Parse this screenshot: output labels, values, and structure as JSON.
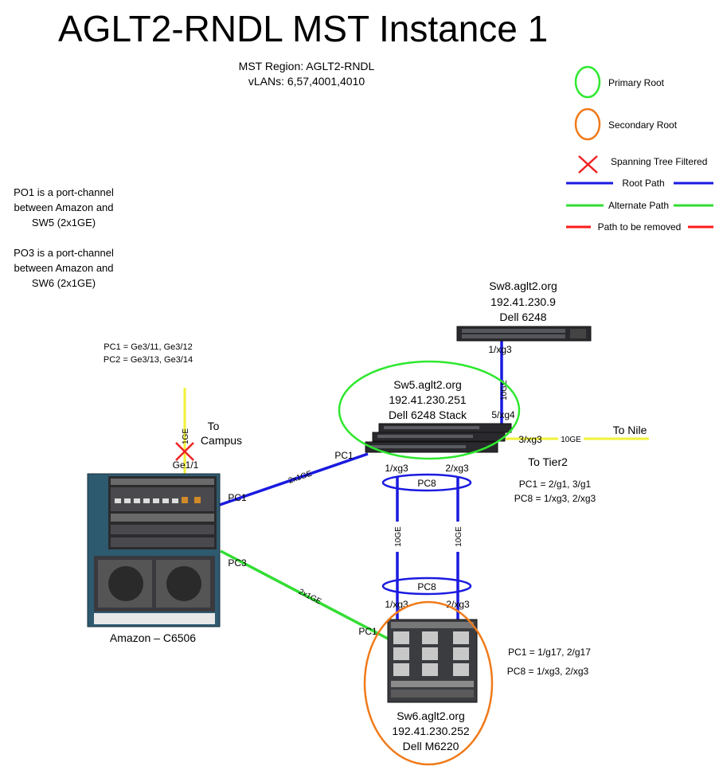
{
  "title": "AGLT2-RNDL MST Instance 1",
  "region": {
    "line1": "MST Region: AGLT2-RNDL",
    "line2": "vLANs: 6,57,4001,4010"
  },
  "legend": {
    "primary_root": "Primary Root",
    "secondary_root": "Secondary Root",
    "filtered": "Spanning Tree Filtered",
    "root_path": "Root Path",
    "alternate_path": "Alternate Path",
    "path_removed": "Path to be removed",
    "colors": {
      "primary": "#2ee82e",
      "secondary": "#f07a1a",
      "filtered": "#ee2222",
      "root": "#1a1ae0",
      "alternate": "#33dd33",
      "removed": "#ff1a1a",
      "campus": "#f2f23a"
    }
  },
  "notes": {
    "po1_l1": "PO1 is a port-channel",
    "po1_l2": "between Amazon and",
    "po1_l3": "SW5 (2x1GE)",
    "po3_l1": "PO3 is a port-channel",
    "po3_l2": "between Amazon and",
    "po3_l3": "SW6 (2x1GE)"
  },
  "amazon": {
    "pc1": "PC1 = Ge3/11, Ge3/12",
    "pc2": "PC2 = Ge3/13, Ge3/14",
    "name": "Amazon – C6506",
    "port": "Ge1/1",
    "uplink_speed": "1GE",
    "to": "To",
    "campus": "Campus",
    "pc1_label": "PC1",
    "pc3_label": "PC3"
  },
  "sw8": {
    "name": "Sw8.aglt2.org",
    "ip": "192.41.230.9",
    "model": "Dell 6248",
    "port": "1/xg3",
    "link_speed": "10GE"
  },
  "sw5": {
    "name": "Sw5.aglt2.org",
    "ip": "192.41.230.251",
    "model": "Dell 6248 Stack",
    "port_up": "5/xg4",
    "port_nile": "3/xg3",
    "nile_speed": "10GE",
    "to_nile": "To Nile",
    "to_tier2": "To Tier2",
    "pc1_label": "PC1",
    "port_a": "1/xg3",
    "port_b": "2/xg3",
    "pc8_label": "PC8",
    "note_pc1": "PC1 = 2/g1, 3/g1",
    "note_pc8": "PC8 = 1/xg3, 2/xg3"
  },
  "links": {
    "amazon_sw5": "2x1GE",
    "amazon_sw6": "2x1GE",
    "pc8_a": "10GE",
    "pc8_b": "10GE"
  },
  "sw6": {
    "name": "Sw6.aglt2.org",
    "ip": "192.41.230.252",
    "model": "Dell M6220",
    "pc8_label": "PC8",
    "port_a": "1/xg3",
    "port_b": "2/xg3",
    "pc1_label": "PC1",
    "note_pc1": "PC1 = 1/g17, 2/g17",
    "note_pc8": "PC8 = 1/xg3, 2/xg3"
  }
}
